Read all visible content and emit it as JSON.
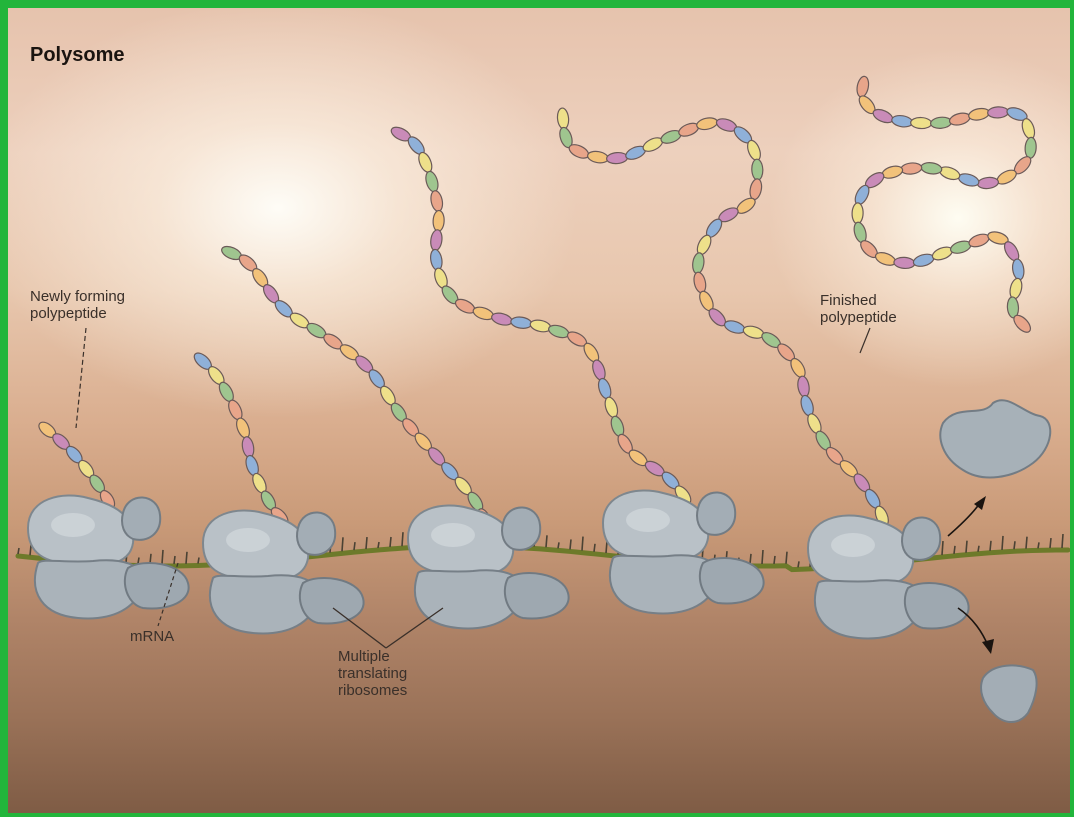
{
  "title": "Polysome",
  "labels": {
    "newly_forming": "Newly forming\npolypeptide",
    "finished": "Finished\npolypeptide",
    "mrna": "mRNA",
    "ribosomes": "Multiple\ntranslating\nribosomes"
  },
  "colors": {
    "border": "#22b53b",
    "mrna_strand": "#6d7a2a",
    "ribosome": "#a9b3ba",
    "bead_palette": [
      "#f2c27a",
      "#c98bb8",
      "#8fb0d8",
      "#eee08a",
      "#9fc58f",
      "#e8a58a"
    ]
  }
}
